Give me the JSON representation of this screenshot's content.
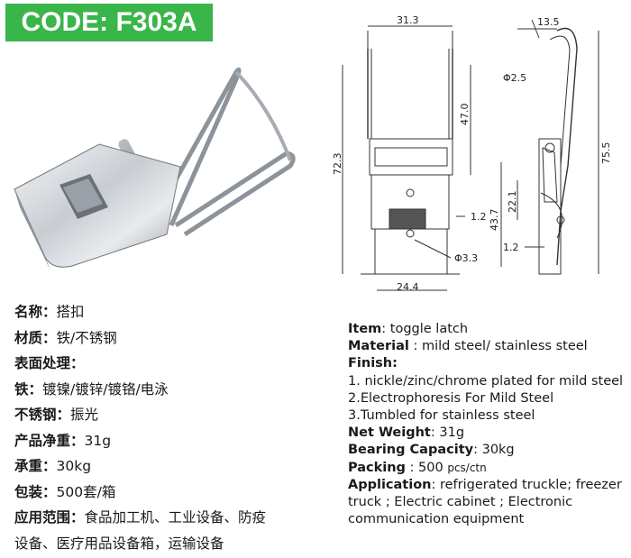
{
  "header": {
    "code_label": "CODE: F303A"
  },
  "dimensions": {
    "top_width": "31.3",
    "upper_height": "47.0",
    "total_height": "72.3",
    "side_clearance": "1.2",
    "hole": "Φ3.3",
    "bottom_width": "24.4",
    "hook_width": "13.5",
    "pin": "Φ2.5",
    "side_total": "75.5",
    "side_lower": "43.7",
    "side_mid": "22.1",
    "side_offset": "1.2"
  },
  "chinese_specs": {
    "name_label": "名称：",
    "name_value": "搭扣",
    "material_label": "材质：",
    "material_value": "铁/不锈钢",
    "finish_label": "表面处理：",
    "iron_label": "铁：",
    "iron_value": "镀镍/镀锌/镀铬/电泳",
    "stainless_label": "不锈钢：",
    "stainless_value": "振光",
    "weight_label": "产品净重：",
    "weight_value": "31g",
    "load_label": "承重：",
    "load_value": "30kg",
    "packing_label": "包装：",
    "packing_value": "500套/箱",
    "application_label": "应用范围：",
    "application_value_1": "食品加工机、工业设备、防疫",
    "application_value_2": "设备、医疗用品设备箱，运输设备"
  },
  "english_specs": {
    "item_label": "Item",
    "item_value": ": toggle latch",
    "material_label": "Material",
    "material_value": " : mild steel/ stainless steel",
    "finish_label": "Finish:",
    "finish_1": "1. nickle/zinc/chrome plated for mild steel",
    "finish_2": "2.Electrophoresis For Mild Steel",
    "finish_3": "3.Tumbled for stainless steel",
    "weight_label": "Net Weight",
    "weight_value": ": 31g",
    "capacity_label": "Bearing Capacity",
    "capacity_value": ": 30kg",
    "packing_label": "Packing",
    "packing_value": " : 500 ",
    "packing_unit": "pcs/ctn",
    "application_label": "Application",
    "application_value": ": refrigerated truckle; freezer truck ; Electric cabinet ; Electronic communication equipment"
  }
}
